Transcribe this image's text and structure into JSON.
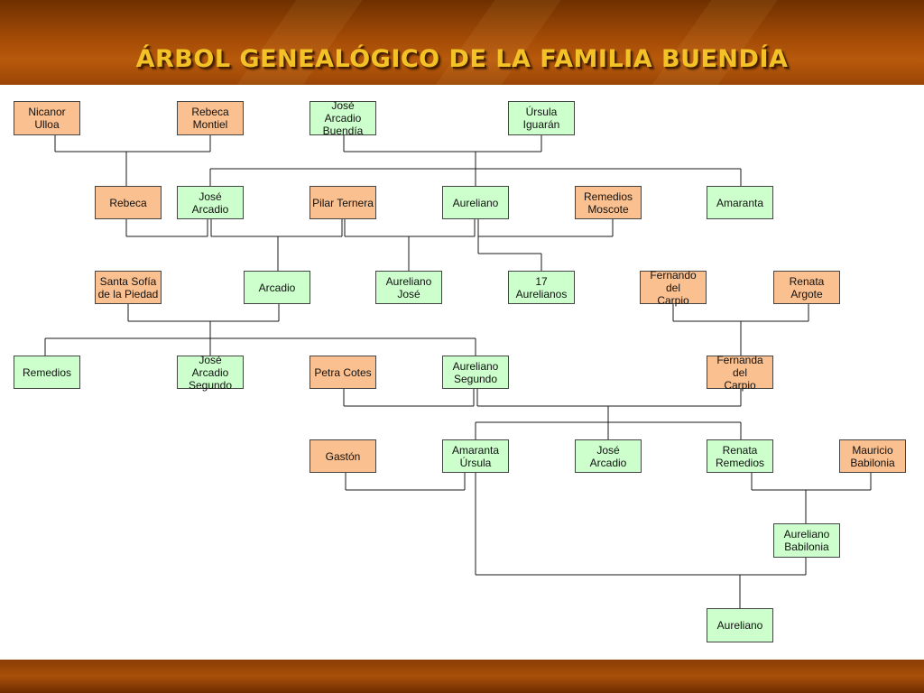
{
  "header": {
    "title": "ÁRBOL GENEALÓGICO DE LA FAMILIA BUENDÍA"
  },
  "colors": {
    "bloodline": "#ccffcc",
    "married_in": "#fac090",
    "title": "#f3c227"
  },
  "people": {
    "nicanor": "Nicanor\nUlloa",
    "rebeca_montiel": "Rebeca\nMontiel",
    "jose_arcadio_buendia": "José Arcadio\nBuendía",
    "ursula": "Úrsula\nIguarán",
    "rebeca": "Rebeca",
    "jose_arcadio": "José Arcadio",
    "pilar": "Pilar Ternera",
    "aureliano": "Aureliano",
    "remedios_moscote": "Remedios\nMoscote",
    "amaranta": "Amaranta",
    "santa_sofia": "Santa Sofía\nde la Piedad",
    "arcadio": "Arcadio",
    "aureliano_jose": "Aureliano\nJosé",
    "aurelianos17": "17\nAurelianos",
    "fernando": "Fernando del\nCarpio",
    "renata_argote": "Renata\nArgote",
    "remedios": "Remedios",
    "ja_segundo": "José Arcadio\nSegundo",
    "petra": "Petra Cotes",
    "aur_segundo": "Aureliano\nSegundo",
    "fernanda": "Fernanda del\nCarpio",
    "gaston": "Gastón",
    "amaranta_ursula": "Amaranta\nÚrsula",
    "jose_arcadio2": "José Arcadio",
    "renata_remedios": "Renata\nRemedios",
    "mauricio": "Mauricio\nBabilonia",
    "aur_babilonia": "Aureliano\nBabilonia",
    "aureliano_last": "Aureliano"
  }
}
